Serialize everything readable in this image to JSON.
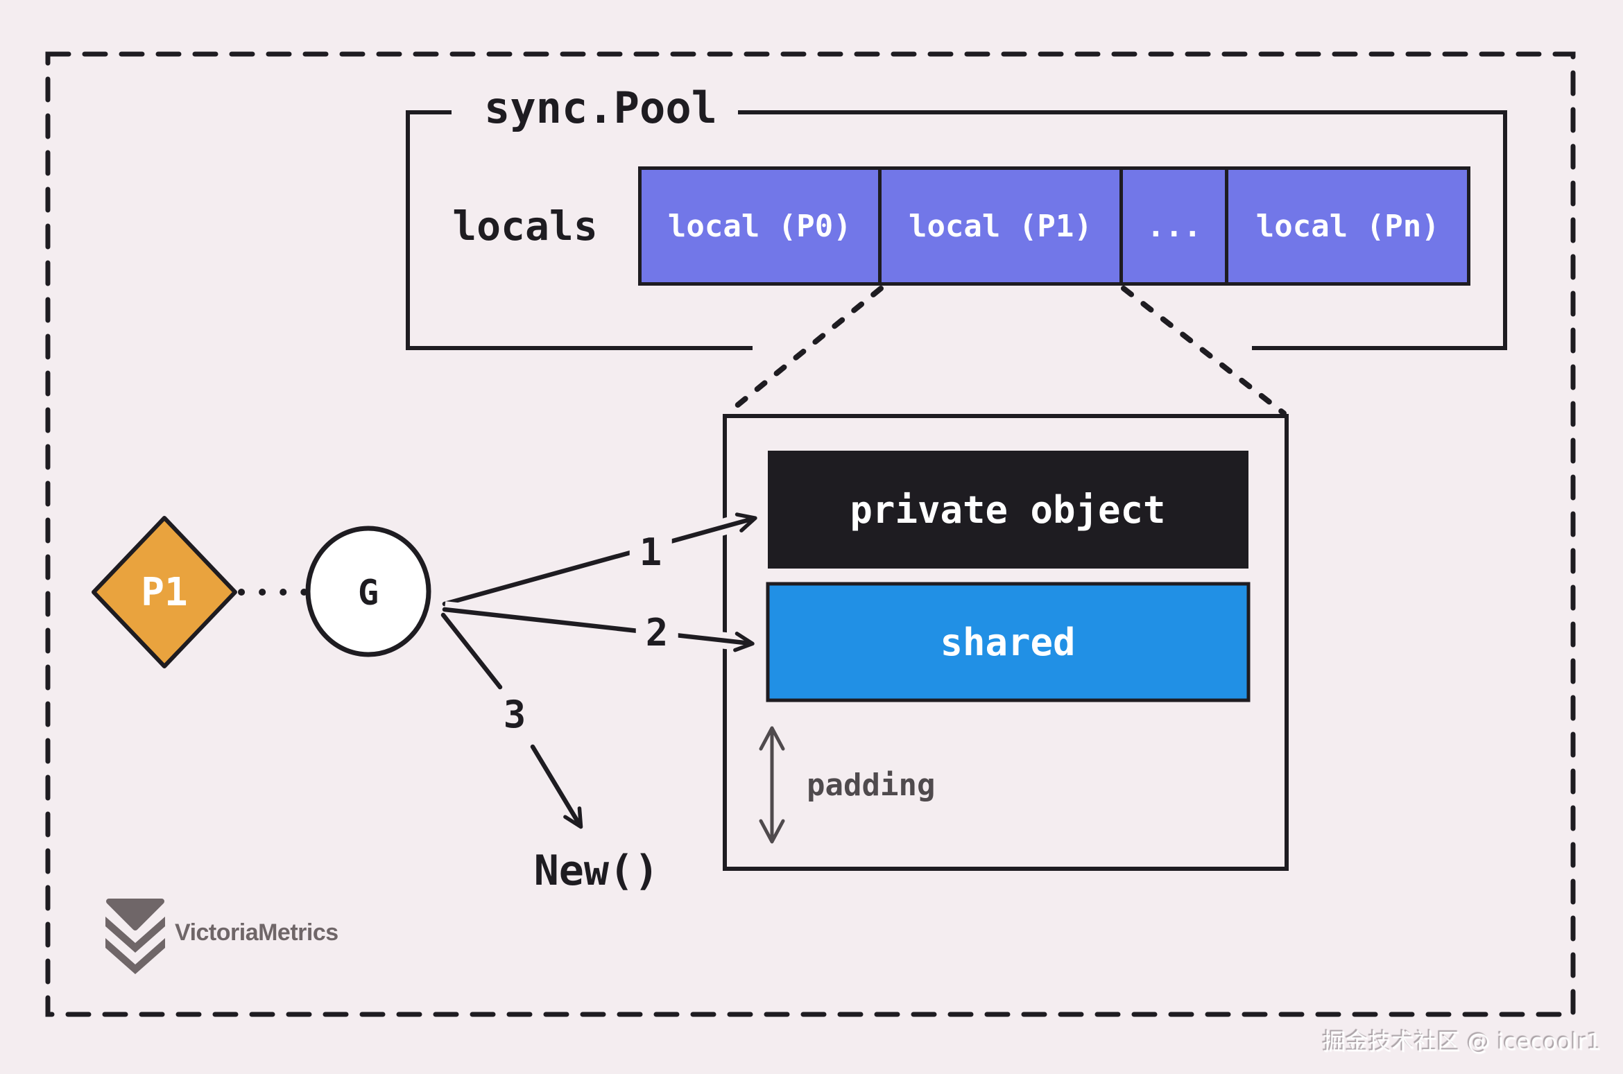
{
  "colors": {
    "bg": "#f4edf0",
    "ink": "#1e1c21",
    "purple": "#7277e8",
    "blue": "#2190e5",
    "orange": "#e9a33e",
    "gray": "#4f4a4d",
    "logogray": "#6f6668",
    "white": "#ffffff"
  },
  "pool": {
    "title": "sync.Pool",
    "locals_label": "locals",
    "cells": [
      "local (P0)",
      "local (P1)",
      "...",
      "local (Pn)"
    ]
  },
  "detail": {
    "private_label": "private object",
    "shared_label": "shared",
    "padding_label": "padding"
  },
  "flow": {
    "processor_label": "P1",
    "goroutine_label": "G",
    "step1": "1",
    "step2": "2",
    "step3": "3",
    "new_label": "New()"
  },
  "branding": {
    "logo_text": "VictoriaMetrics"
  },
  "watermark": "掘金技术社区 @ icecoolr1"
}
